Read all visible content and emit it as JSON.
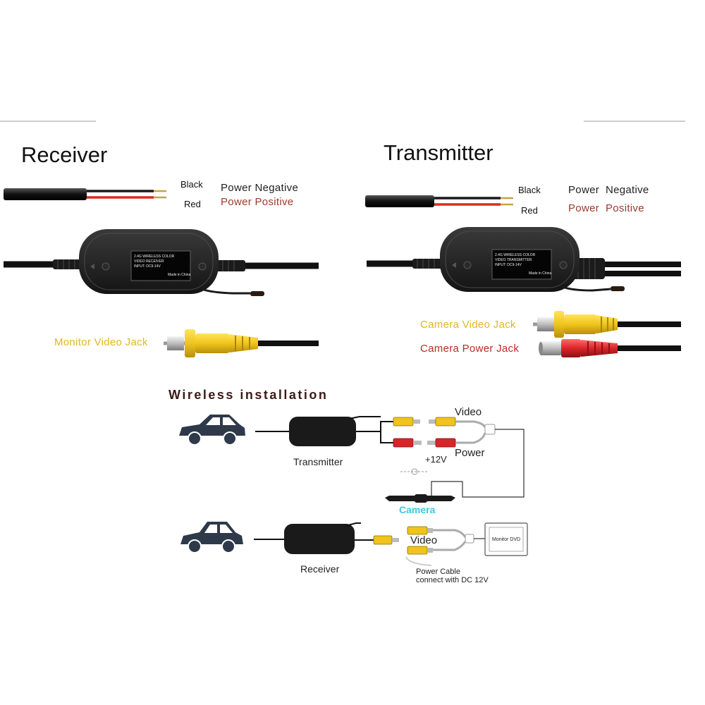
{
  "receiver": {
    "title": "Receiver",
    "wire_black": "Black",
    "wire_red": "Red",
    "power_negative": "Power Negative",
    "power_positive": "Power Positive",
    "label_lines": [
      "2.4G WIRELESS COLOR",
      "VIDEO RECEIVER",
      "INPUT: DC9-14V",
      "Made in China"
    ],
    "monitor_video_jack": "Monitor Video Jack"
  },
  "transmitter": {
    "title": "Transmitter",
    "wire_black": "Black",
    "wire_red": "Red",
    "power_negative": "Power  Negative",
    "power_positive": "Power  Positive",
    "label_lines": [
      "2.4G WIRELESS COLOR",
      "VIDEO TRANSMITTER",
      "INPUT: DC9-14V",
      "Made in China"
    ],
    "camera_video_jack": "Camera Video Jack",
    "camera_power_jack": "Camera Power Jack"
  },
  "installation": {
    "title": "Wireless installation",
    "transmitter_label": "Transmitter",
    "video_top": "Video",
    "power": "Power",
    "plus12v": "+12V",
    "camera": "Camera",
    "receiver_label": "Receiver",
    "video_bottom": "Video",
    "monitor_dvd": "Monitor DVD",
    "power_cable_line1": "Power Cable",
    "power_cable_line2": "connect with DC 12V"
  },
  "colors": {
    "rca_yellow": "#f0c41c",
    "rca_red": "#d9252a",
    "wire_red": "#d92b1e",
    "camera_text": "#3fc8dc",
    "title_brown": "#3a1a16"
  },
  "icons": [
    "car-icon",
    "rca-plug-icon",
    "dc-plug-icon",
    "camera-icon",
    "monitor-icon"
  ]
}
